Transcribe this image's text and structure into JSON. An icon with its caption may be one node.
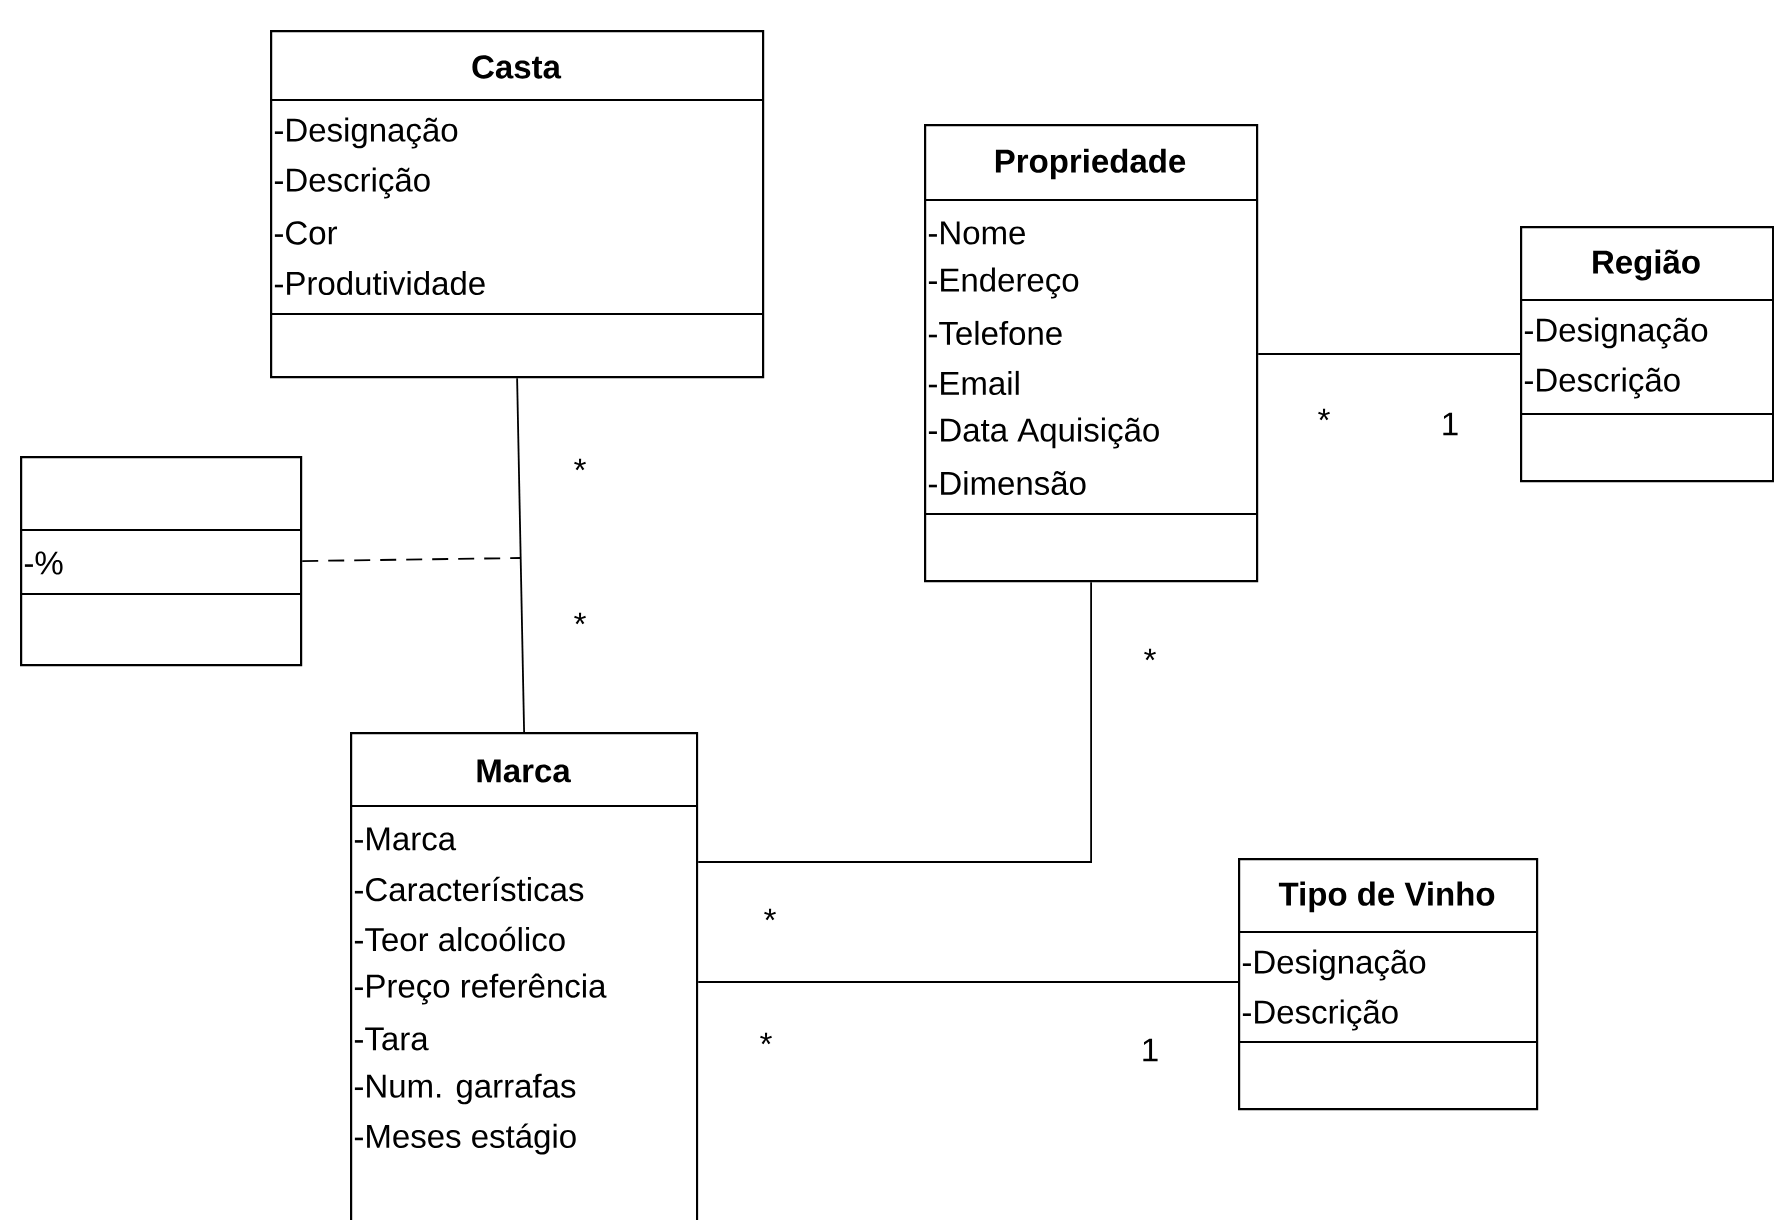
{
  "diagram": {
    "nodes": [
      {
        "text": [
          "Casta",
          "-Designação",
          "-Descrição",
          "-Cor",
          "-Produtividade"
        ]
      },
      {
        "text": [
          "Propriedade",
          "-Nome",
          "-Endereço",
          "-Telefone",
          "-Email",
          "-Data Aquisição",
          "-Dimensão"
        ]
      },
      {
        "text": [
          "Região",
          "-Designação",
          "-Descrição"
        ]
      },
      {
        "text": [
          "-%"
        ]
      },
      {
        "text": [
          "Marca",
          "-Marca",
          "-Características",
          "-Teor alcoólico",
          "-Preço referência",
          "-Tara",
          "-Num. garrafas",
          "-Meses estágio"
        ]
      },
      {
        "text": [
          "Tipo de Vinho",
          "-Designação",
          "-Descrição"
        ]
      }
    ],
    "edges": [
      {
        "from": 0,
        "to": 4,
        "arrow": "none"
      },
      {
        "from": 3,
        "to": null,
        "arrow": "none",
        "style": "dashed"
      },
      {
        "from": 1,
        "to": 2,
        "arrow": "none"
      },
      {
        "from": 1,
        "to": 4,
        "arrow": "none"
      },
      {
        "from": 4,
        "to": 5,
        "arrow": "none"
      }
    ],
    "labels": [
      "*",
      "*",
      "*",
      "1",
      "*",
      "*",
      "*",
      "1"
    ]
  }
}
